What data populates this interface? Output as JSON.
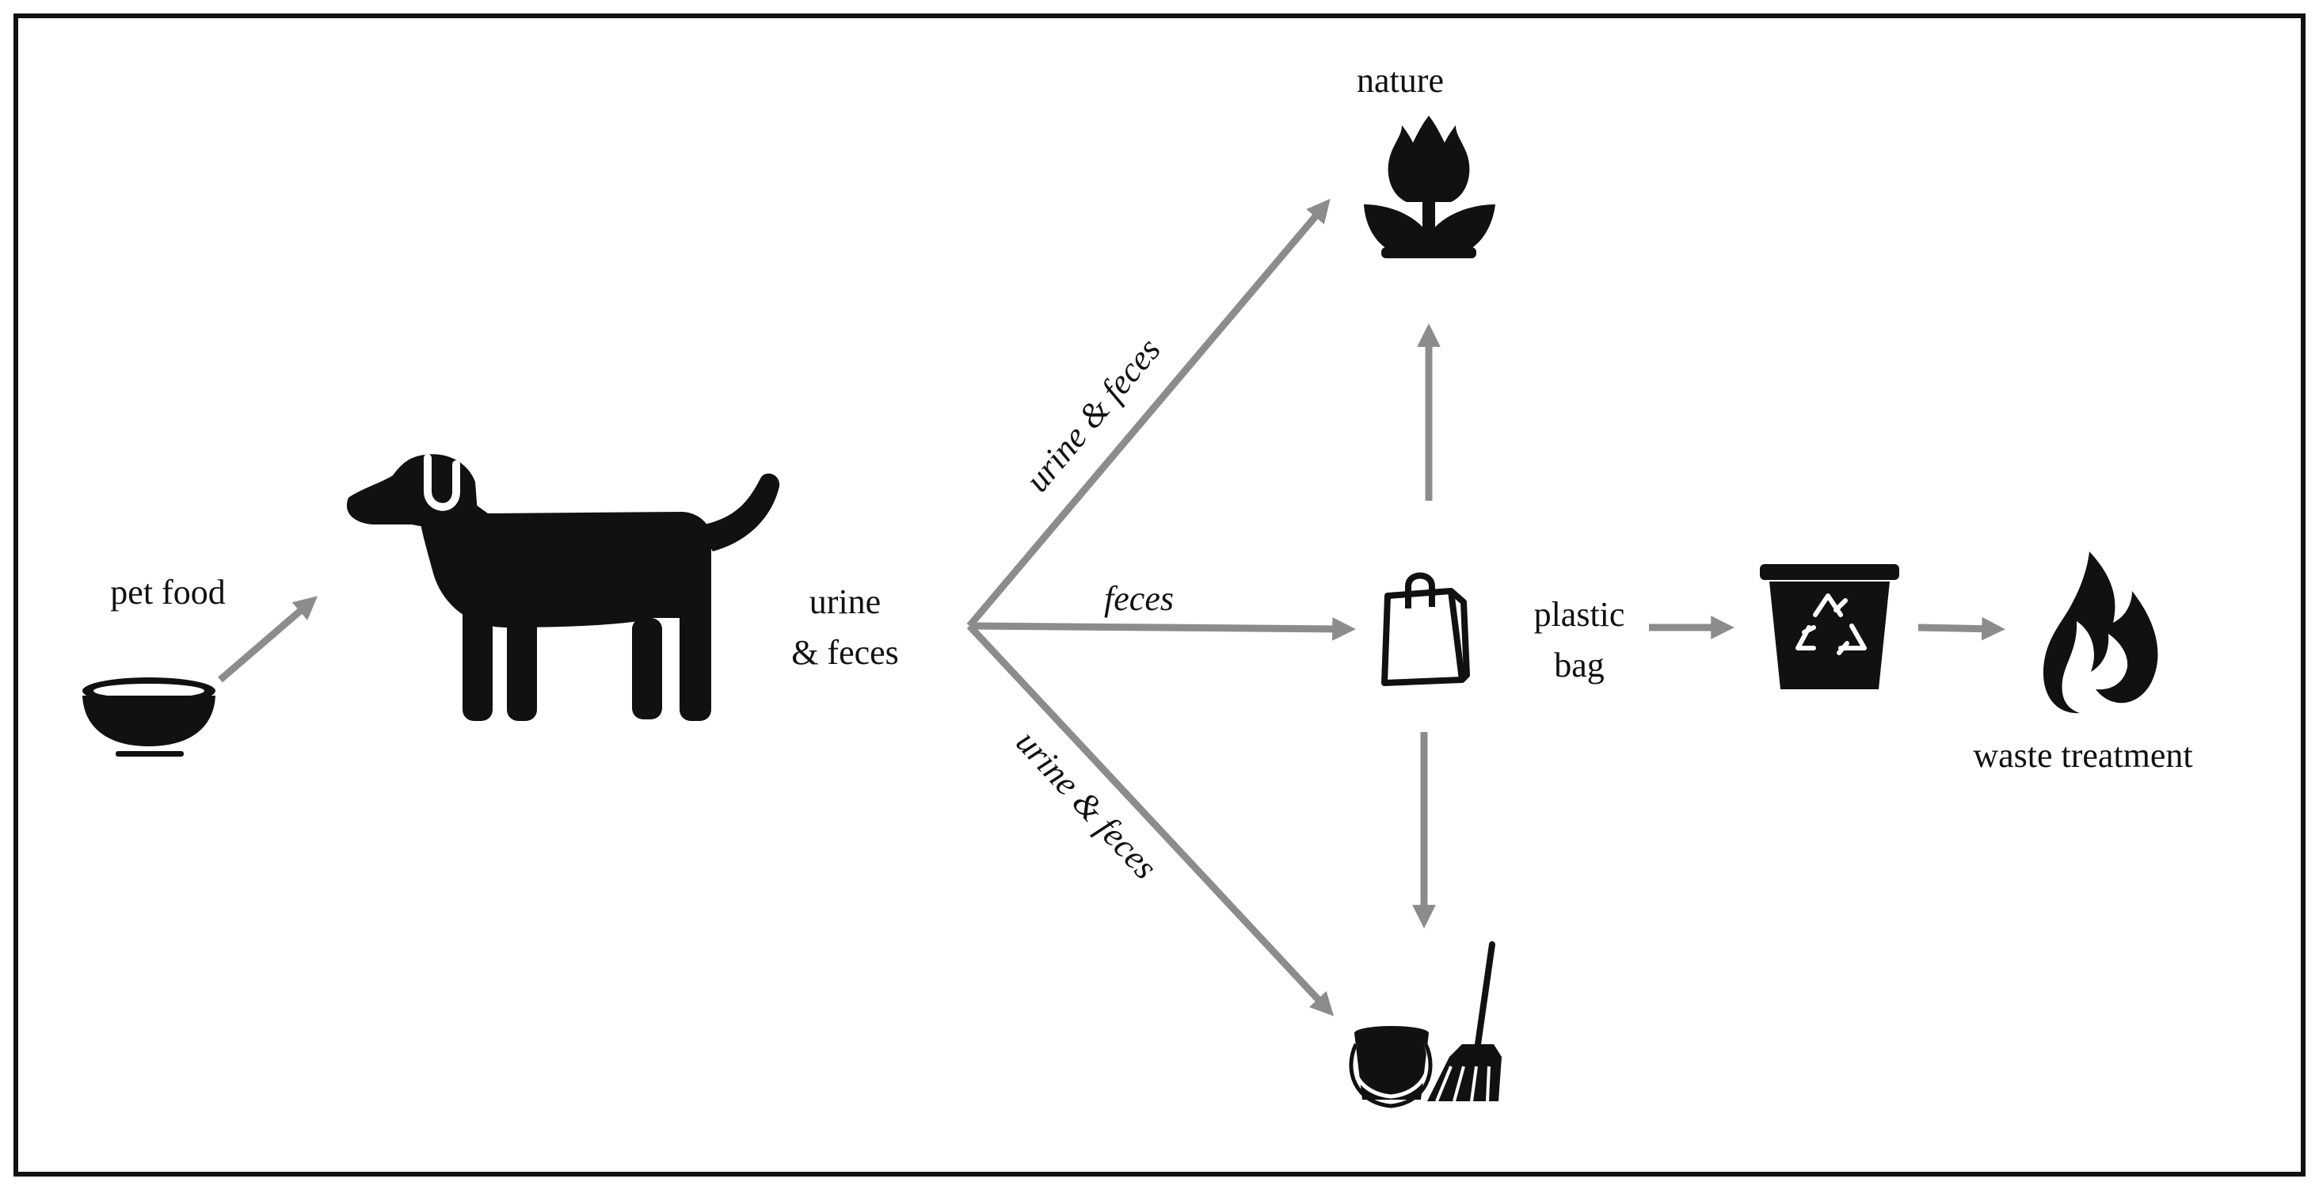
{
  "colors": {
    "border": "#111111",
    "arrow": "#8c8c8c",
    "icon": "#111111",
    "background": "#ffffff"
  },
  "icons": [
    "bowl-icon",
    "dog-icon",
    "flower-icon",
    "bag-icon",
    "recycle-bin-icon",
    "fire-icon",
    "bucket-mop-icon"
  ],
  "labels": {
    "pet_food": "pet food",
    "urine_feces_1": "urine",
    "urine_feces_2": "& feces",
    "nature": "nature",
    "edge_up": "urine & feces",
    "edge_mid": "feces",
    "edge_down": "urine & feces",
    "plastic_bag_1": "plastic",
    "plastic_bag_2": "bag",
    "waste_treatment": "waste treatment"
  }
}
